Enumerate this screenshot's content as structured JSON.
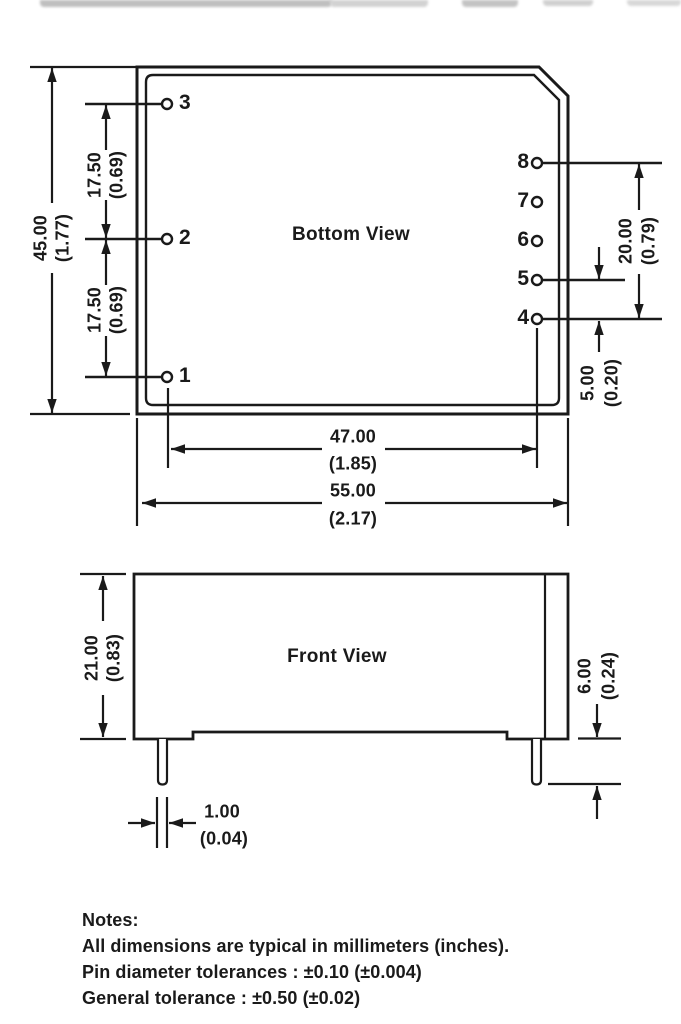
{
  "page": {
    "background": "#ffffff",
    "line_color": "#1a1a1a"
  },
  "bottom_view": {
    "title": "Bottom View",
    "left_pins": [
      "3",
      "2",
      "1"
    ],
    "right_pins": [
      "8",
      "7",
      "6",
      "5",
      "4"
    ],
    "dims": {
      "overall_height_mm": "45.00",
      "overall_height_in": "(1.77)",
      "left_pitch_top_mm": "17.50",
      "left_pitch_top_in": "(0.69)",
      "left_pitch_bottom_mm": "17.50",
      "left_pitch_bottom_in": "(0.69)",
      "right_span_mm": "20.00",
      "right_span_in": "(0.79)",
      "right_pitch_mm": "5.00",
      "right_pitch_in": "(0.20)",
      "pin_span_mm": "47.00",
      "pin_span_in": "(1.85)",
      "overall_width_mm": "55.00",
      "overall_width_in": "(2.17)"
    }
  },
  "front_view": {
    "title": "Front View",
    "dims": {
      "body_height_mm": "21.00",
      "body_height_in": "(0.83)",
      "pin_length_mm": "6.00",
      "pin_length_in": "(0.24)",
      "pin_diameter_mm": "1.00",
      "pin_diameter_in": "(0.04)"
    }
  },
  "notes": {
    "heading": "Notes:",
    "line1": "All dimensions are typical in millimeters (inches).",
    "line2": "Pin diameter tolerances : ±0.10 (±0.004)",
    "line3": "General tolerance : ±0.50 (±0.02)"
  }
}
